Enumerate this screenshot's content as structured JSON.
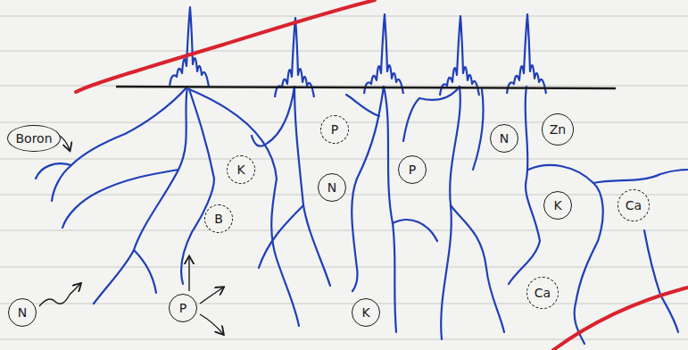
{
  "diagram": {
    "nodes": [
      {
        "text": [
          "Boron"
        ]
      },
      {
        "text": [
          "P"
        ]
      },
      {
        "text": [
          "N"
        ]
      },
      {
        "text": [
          "Zn"
        ]
      },
      {
        "text": [
          "K"
        ]
      },
      {
        "text": [
          "N"
        ]
      },
      {
        "text": [
          "P"
        ]
      },
      {
        "text": [
          "B"
        ]
      },
      {
        "text": [
          "K"
        ]
      },
      {
        "text": [
          "Ca"
        ]
      },
      {
        "text": [
          "Ca"
        ]
      },
      {
        "text": [
          "N"
        ]
      },
      {
        "text": [
          "P"
        ]
      },
      {
        "text": [
          "K"
        ]
      }
    ]
  }
}
